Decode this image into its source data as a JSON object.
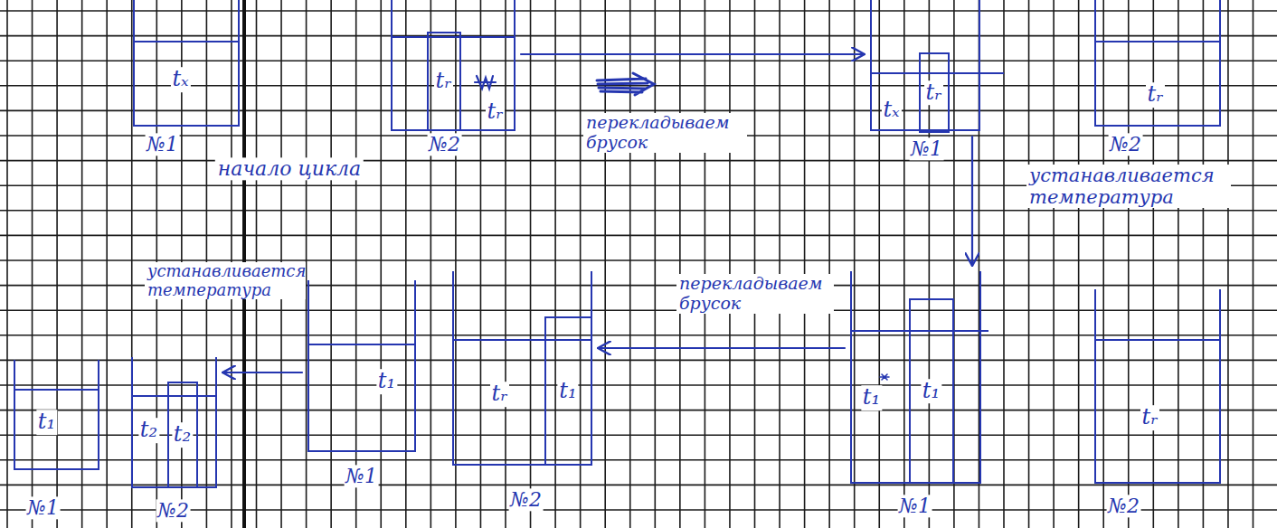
{
  "diagram": {
    "nodes": [
      {
        "text": [
          "tₓ",
          "№1"
        ]
      },
      {
        "text": [
          "tᵣ",
          "№2"
        ]
      },
      {
        "text": [
          "tᵣ"
        ],
        "in": 1
      },
      {
        "text": [
          "tₓ",
          "№1"
        ]
      },
      {
        "text": [
          "tᵣ"
        ],
        "in": 3
      },
      {
        "text": [
          "tᵣ",
          "№2"
        ]
      },
      {
        "text": [
          "t₁",
          "№1"
        ]
      },
      {
        "text": [
          "t₂",
          "№2"
        ]
      },
      {
        "text": [
          "t₂"
        ],
        "in": 7
      },
      {
        "text": [
          "t₁",
          "№1"
        ]
      },
      {
        "text": [
          "tᵣ",
          "№2"
        ]
      },
      {
        "text": [
          "t₁"
        ],
        "in": 10
      },
      {
        "text": [
          "t₁",
          "№1"
        ]
      },
      {
        "text": [
          "t₁"
        ],
        "in": 12
      },
      {
        "text": [
          "tᵣ",
          "№2"
        ]
      }
    ],
    "edges": [
      {
        "from": 1,
        "to": 3,
        "arrow": "to",
        "label": "перекладываем брусок"
      },
      {
        "from": 3,
        "to": 12,
        "arrow": "to"
      },
      {
        "from": 12,
        "to": 10,
        "arrow": "to",
        "label": "перекладываем брусок"
      },
      {
        "from": 9,
        "to": 7,
        "arrow": "to",
        "label": "устанавливается температура"
      }
    ],
    "labels": [
      "начало цикла",
      "устанавливается температура"
    ]
  }
}
